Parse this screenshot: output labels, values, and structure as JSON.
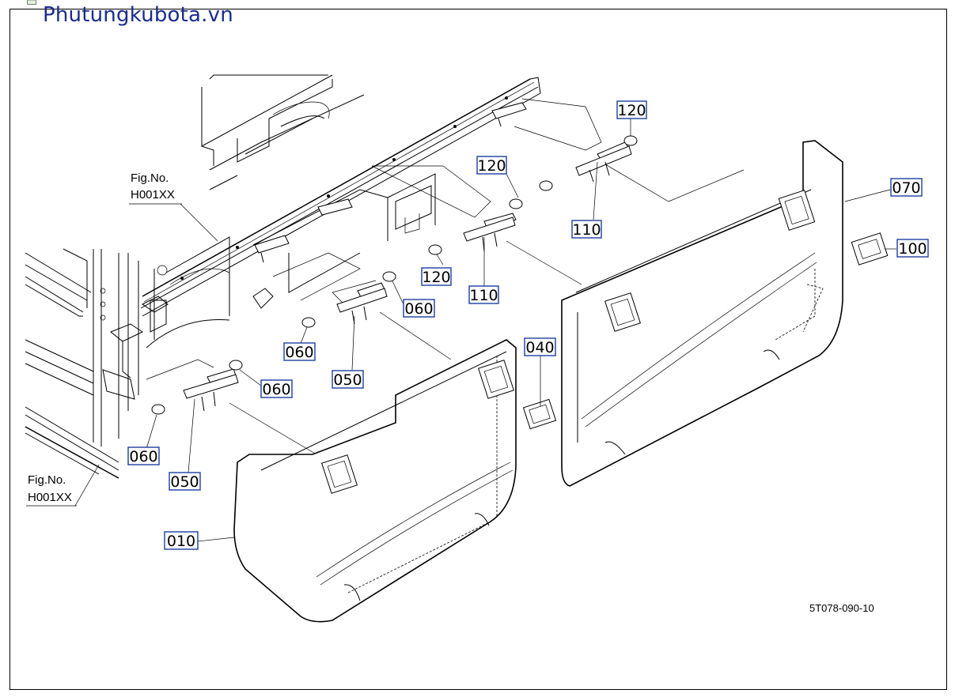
{
  "watermark": "Phutungkubota.vn",
  "drawing_code": "5T078-090-10",
  "figure_refs": [
    {
      "line1": "Fig.No.",
      "line2": "H001XX"
    },
    {
      "line1": "Fig.No.",
      "line2": "H001XX"
    }
  ],
  "part_labels": [
    {
      "id": "120-a",
      "text": "120"
    },
    {
      "id": "120-b",
      "text": "120"
    },
    {
      "id": "120-c",
      "text": "120"
    },
    {
      "id": "110-a",
      "text": "110"
    },
    {
      "id": "110-b",
      "text": "110"
    },
    {
      "id": "070",
      "text": "070"
    },
    {
      "id": "100",
      "text": "100"
    },
    {
      "id": "060-a",
      "text": "060"
    },
    {
      "id": "060-b",
      "text": "060"
    },
    {
      "id": "060-c",
      "text": "060"
    },
    {
      "id": "060-d",
      "text": "060"
    },
    {
      "id": "050-a",
      "text": "050"
    },
    {
      "id": "050-b",
      "text": "050"
    },
    {
      "id": "040",
      "text": "040"
    },
    {
      "id": "010",
      "text": "010"
    }
  ],
  "colors": {
    "label_box": "#1c3fa0",
    "watermark": "#1a2c8c"
  }
}
